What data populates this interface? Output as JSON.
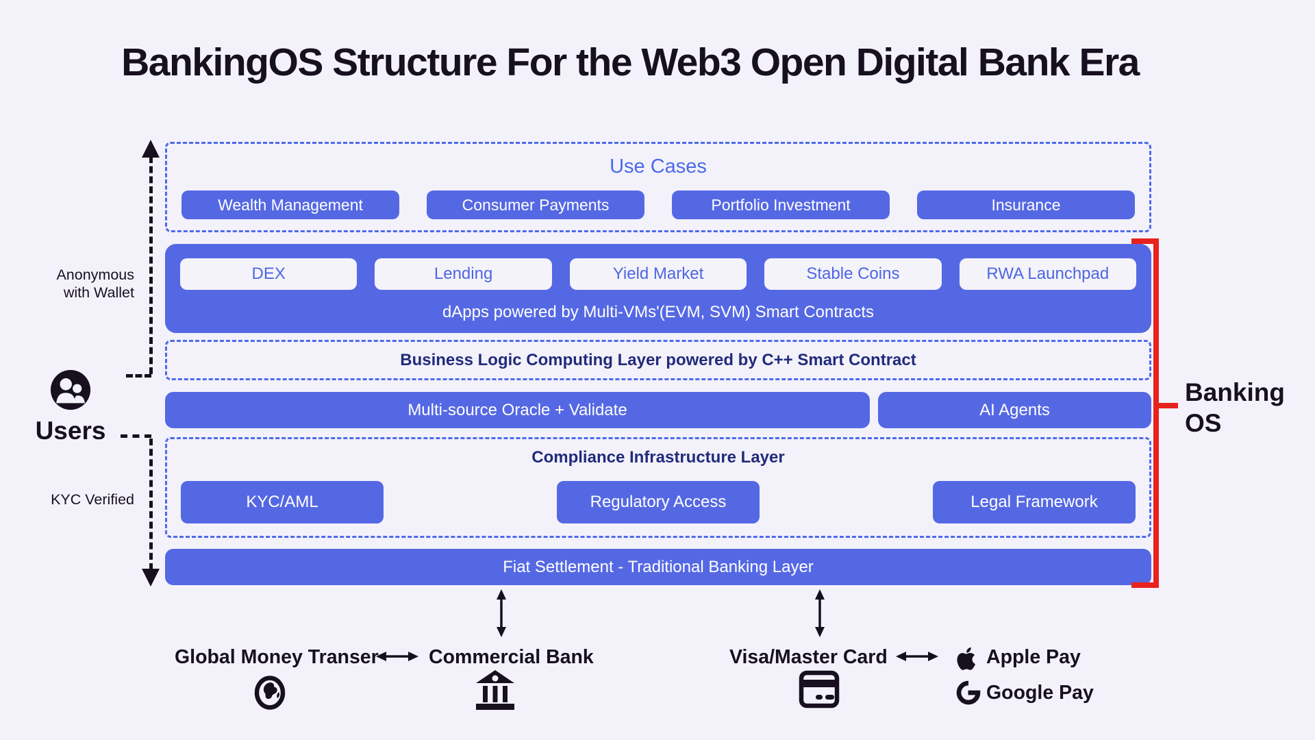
{
  "title": "BankingOS Structure For the Web3 Open Digital Bank Era",
  "colors": {
    "background": "#f3f2fb",
    "accent_blue": "#5568e4",
    "border_blue": "#4e6ae8",
    "light_button_fill": "#f4f3fa",
    "navy_text": "#212b7a",
    "dark_text": "#17101f",
    "bracket_red": "#e8221e"
  },
  "layers": {
    "use_cases": {
      "title": "Use Cases",
      "items": [
        "Wealth Management",
        "Consumer Payments",
        "Portfolio Investment",
        "Insurance"
      ]
    },
    "dapps": {
      "items": [
        "DEX",
        "Lending",
        "Yield Market",
        "Stable Coins",
        "RWA Launchpad"
      ],
      "caption": "dApps powered by Multi-VMs'(EVM, SVM) Smart Contracts"
    },
    "business_logic": {
      "label": "Business Logic Computing Layer powered by C++ Smart Contract"
    },
    "oracle_row": {
      "oracle": "Multi-source Oracle + Validate",
      "ai_agents": "AI Agents"
    },
    "compliance": {
      "title": "Compliance Infrastructure Layer",
      "items": [
        "KYC/AML",
        "Regulatory Access",
        "Legal Framework"
      ]
    },
    "fiat": {
      "label": "Fiat Settlement - Traditional Banking Layer"
    }
  },
  "left_side": {
    "anonymous_label": "Anonymous with Wallet",
    "users_label": "Users",
    "kyc_label": "KYC Verified"
  },
  "right_side": {
    "banking_os_label": "Banking OS"
  },
  "bottom": {
    "global_money": "Global Money Transer",
    "commercial_bank": "Commercial Bank",
    "visa_master": "Visa/Master Card",
    "apple_pay": "Apple Pay",
    "google_pay": "Google Pay"
  },
  "icons": [
    "users-people-icon",
    "globe-icon",
    "bank-icon",
    "credit-card-icon",
    "apple-logo-icon",
    "google-g-icon",
    "up-arrow-icon",
    "down-arrow-icon",
    "double-arrow-horizontal-icon",
    "double-arrow-vertical-icon"
  ]
}
